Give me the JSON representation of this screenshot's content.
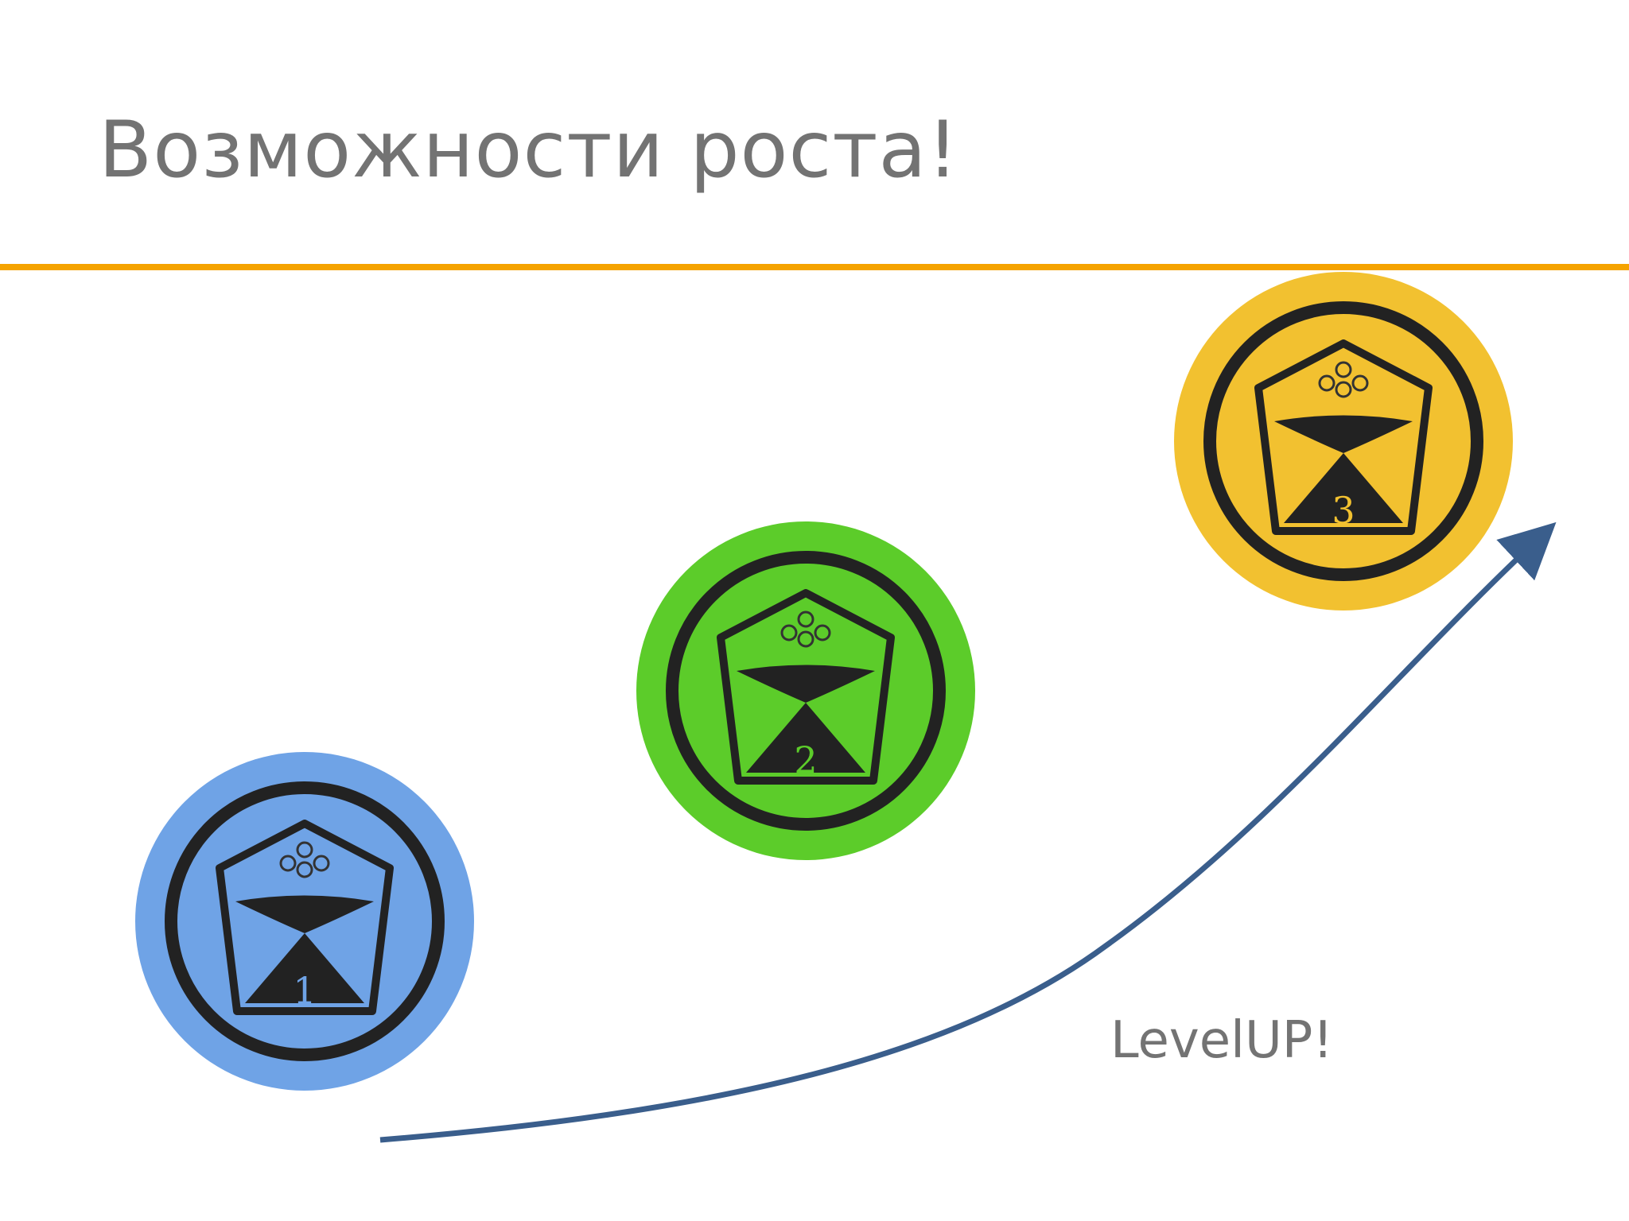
{
  "slide": {
    "title": "Возможности роста!",
    "caption": "LevelUP!",
    "accent_rule_color": "#f5a300",
    "arrow_color": "#3a5e8c"
  },
  "badges": [
    {
      "level": "1",
      "color": "#6fa3e6",
      "icon": "quality-mark-pentagon-icon"
    },
    {
      "level": "2",
      "color": "#5ccc2a",
      "icon": "quality-mark-pentagon-icon"
    },
    {
      "level": "3",
      "color": "#f2c130",
      "icon": "quality-mark-pentagon-icon"
    }
  ]
}
